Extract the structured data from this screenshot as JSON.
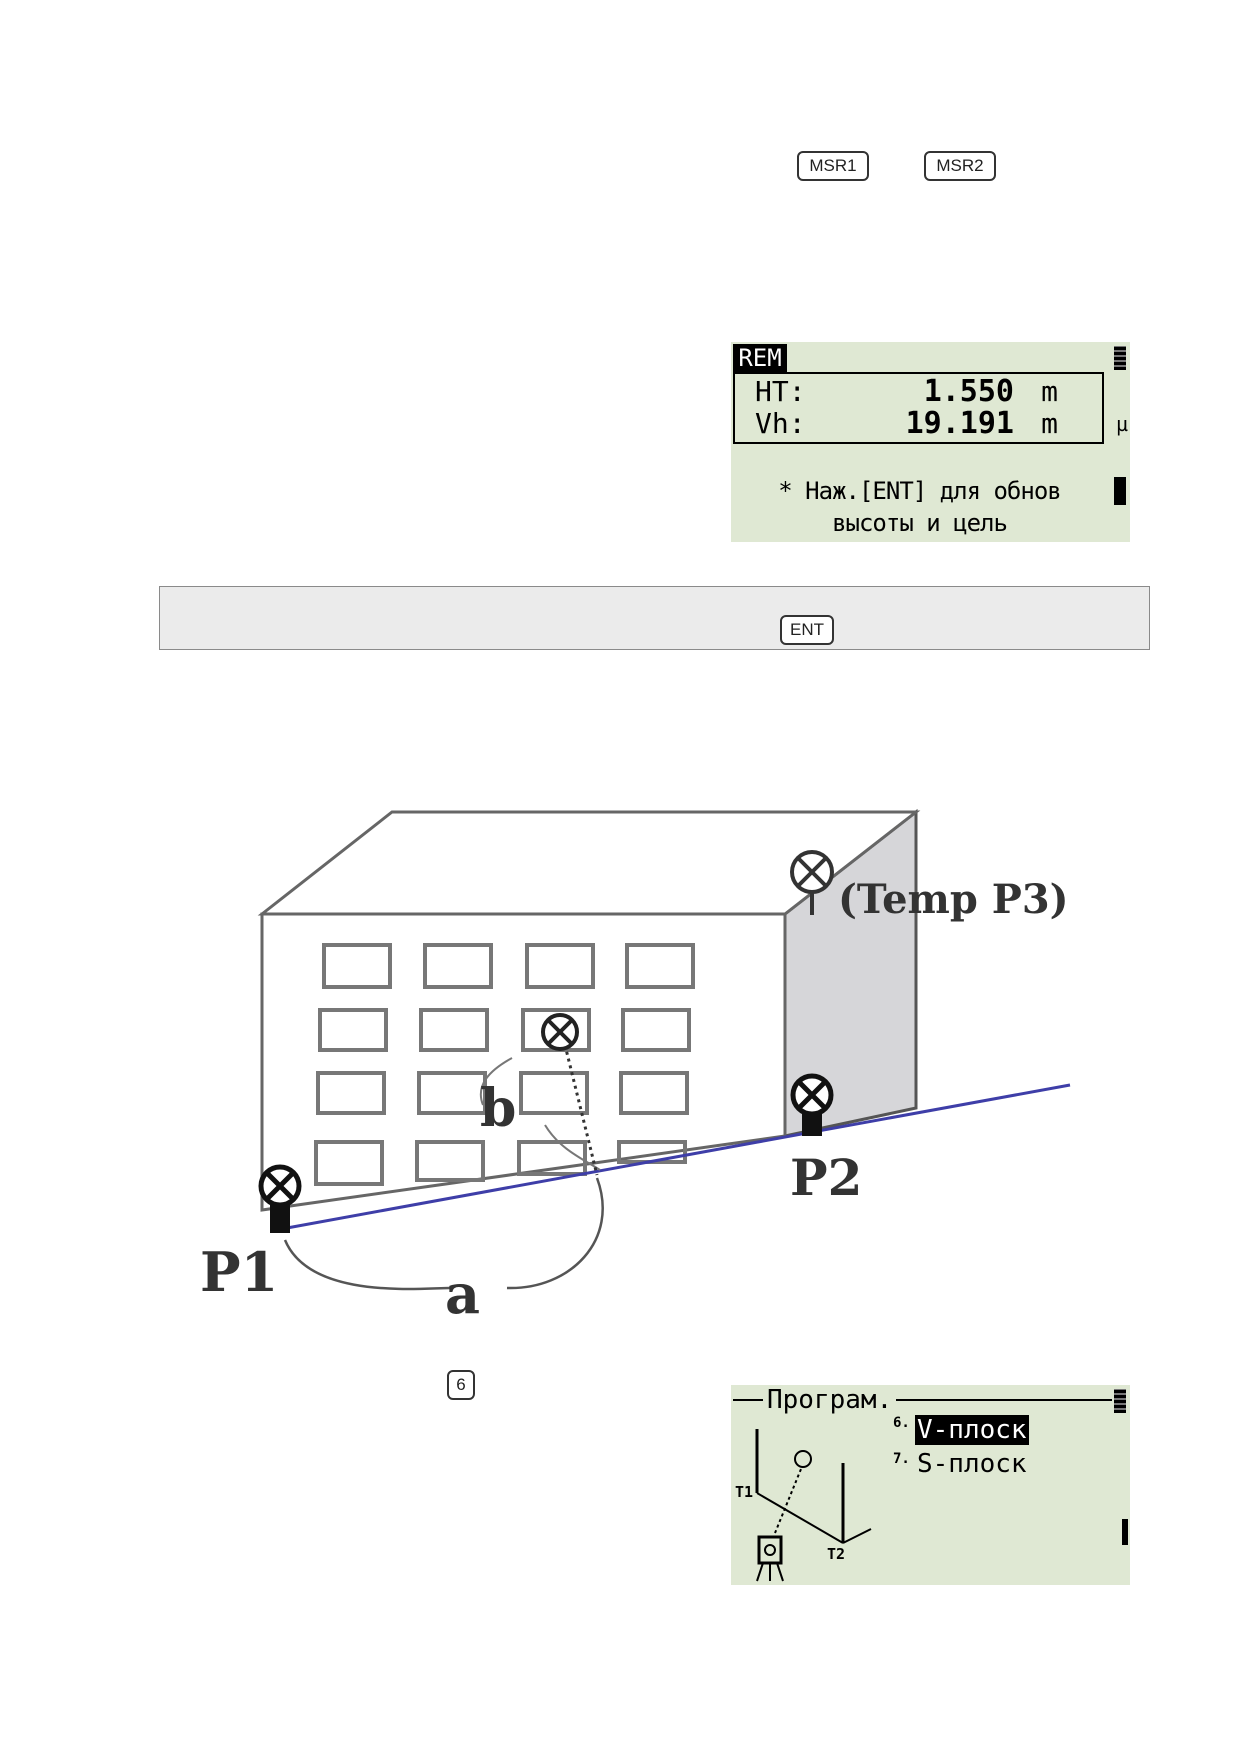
{
  "keys": {
    "msr1": "MSR1",
    "msr2": "MSR2",
    "ent": "ENT",
    "six": "6"
  },
  "rem_screen": {
    "title": "REM",
    "ht_label": "HT:",
    "ht_value": "1.550",
    "ht_unit": "m",
    "vh_label": "Vh:",
    "vh_value": "19.191",
    "vh_unit": "m",
    "side_glyph": "µ",
    "hint_line1": "* Наж.[ENT] для обнов",
    "hint_line2": "высоты и цель"
  },
  "figure": {
    "temp_p3": "(Temp P3)",
    "p1": "P1",
    "p2": "P2",
    "a": "a",
    "b": "b"
  },
  "prog_screen": {
    "title": "Програм.",
    "item6_num": "6.",
    "item6_label": "V-плоск",
    "item7_num": "7.",
    "item7_label": "S-плоск",
    "t1": "T1",
    "t2": "T2"
  },
  "colors": {
    "lcd_bg": "#dfe8d3",
    "ground_line": "#3e3ea8",
    "side_face": "#d6d6d9"
  }
}
